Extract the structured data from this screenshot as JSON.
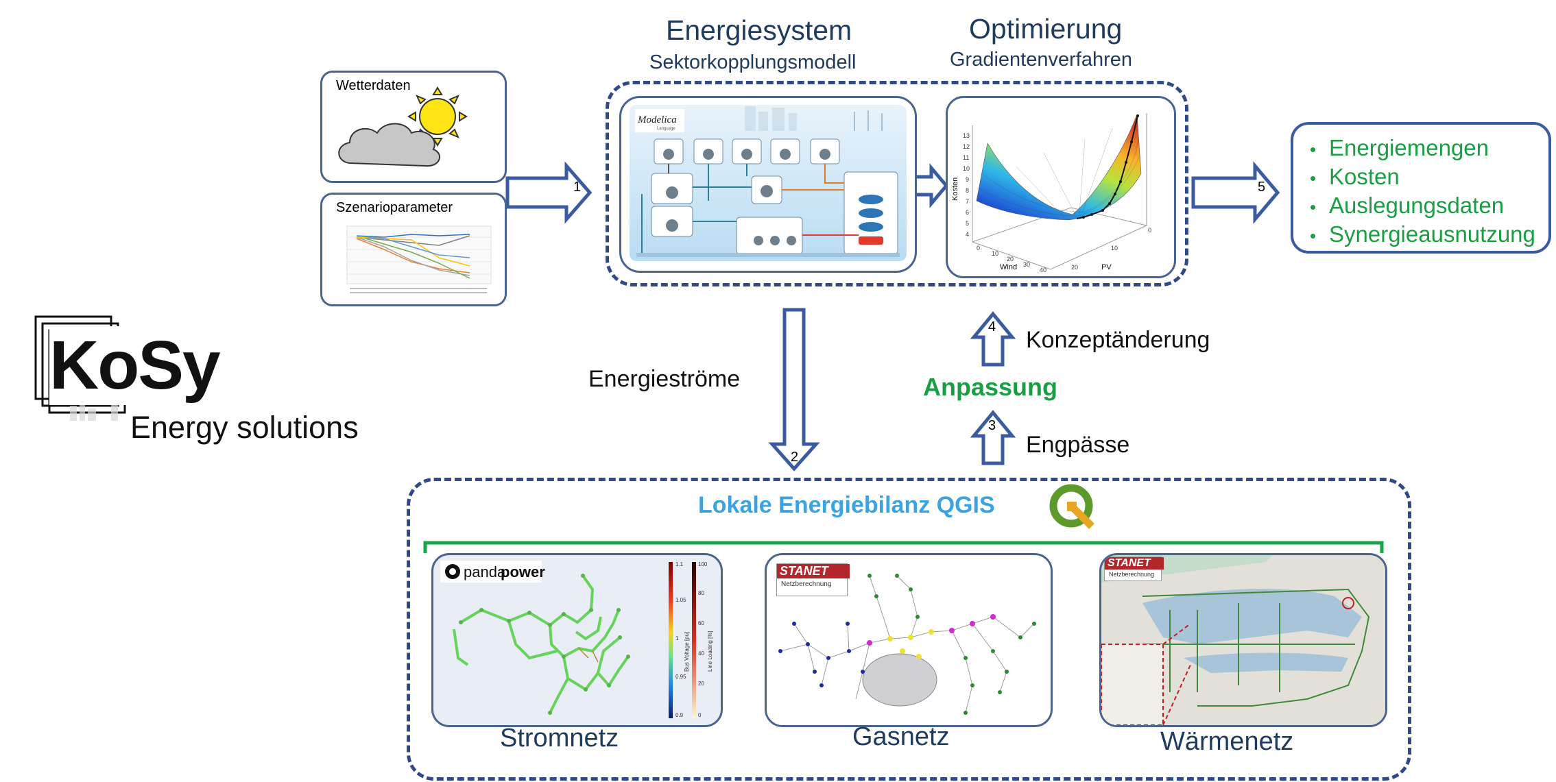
{
  "energiesystem": {
    "title": "Energiesystem",
    "subtitle": "Sektorkopplungsmodell"
  },
  "optimierung": {
    "title": "Optimierung",
    "subtitle": "Gradientenverfahren",
    "plot_axes": {
      "z_label": "Kosten",
      "x_label": "Wind",
      "y_label": "PV",
      "z_ticks": [
        "13",
        "12",
        "11",
        "10",
        "9",
        "8",
        "7",
        "6",
        "5",
        "4"
      ],
      "x_ticks": [
        "0",
        "10",
        "20",
        "30",
        "40"
      ],
      "y_ticks": [
        "0",
        "10",
        "20"
      ]
    }
  },
  "inputs": {
    "wetterdaten": "Wetterdaten",
    "szenarioparameter": "Szenarioparameter"
  },
  "modelica": {
    "logo": "Modelica",
    "sub": "Language"
  },
  "output": {
    "items": [
      "Energiemengen",
      "Kosten",
      "Auslegungsdaten",
      "Synergieausnutzung"
    ]
  },
  "steps": {
    "s1": "1",
    "s2": "2",
    "s3": "3",
    "s4": "4",
    "s5": "5"
  },
  "labels": {
    "energiestroeme": "Energieströme",
    "konzeptaenderung": "Konzeptänderung",
    "anpassung": "Anpassung",
    "engpaesse": "Engpässe"
  },
  "logo": {
    "name": "KoSy",
    "tagline": "Energy solutions"
  },
  "bilanz": {
    "title": "Lokale Energiebilanz QGIS"
  },
  "networks": {
    "strom": {
      "label": "Stromnetz",
      "tool": "pandapower",
      "tool_a": "panda",
      "tool_b": "power",
      "scale1_label": "Bus Voltage [pu]",
      "scale1_ticks": [
        "1.1",
        "1.05",
        "1",
        "0.95",
        "0.9"
      ],
      "scale2_label": "Line Loading [%]",
      "scale2_ticks": [
        "100",
        "80",
        "60",
        "40",
        "20",
        "0"
      ]
    },
    "gas": {
      "label": "Gasnetz",
      "tool": "STANET",
      "tool_sub": "Netzberechnung"
    },
    "waerme": {
      "label": "Wärmenetz",
      "tool": "STANET",
      "tool_sub": "Netzberechnung"
    }
  },
  "colors": {
    "dark_blue": "#1e3a5c",
    "green": "#1a9e44",
    "light_blue": "#3aa3e0",
    "arrow": "#3a5ba0"
  }
}
